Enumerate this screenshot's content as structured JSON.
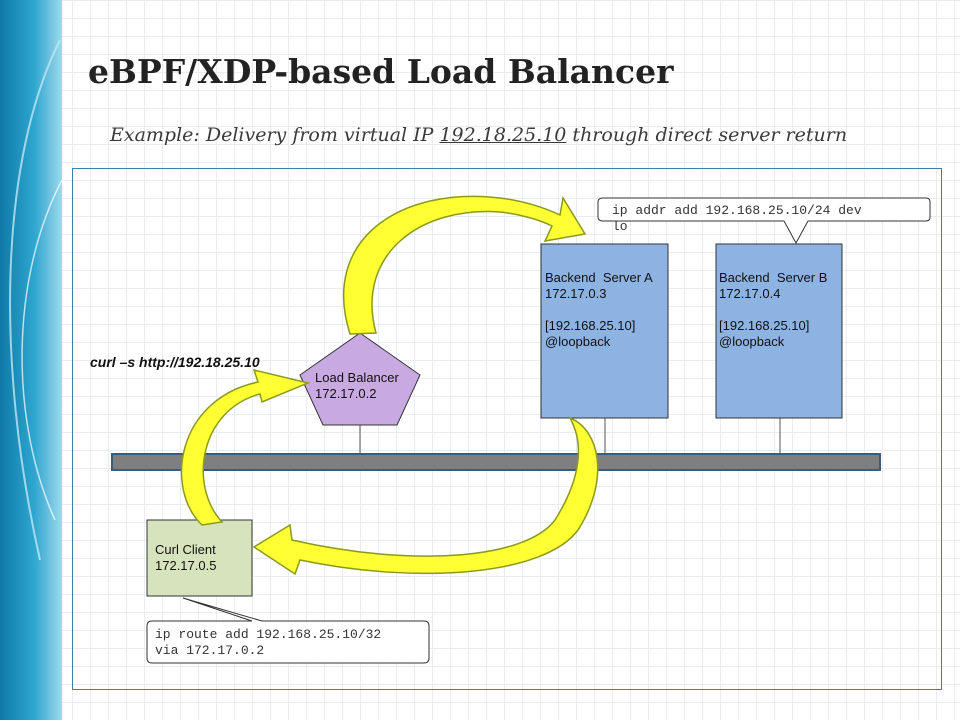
{
  "slide": {
    "title": "eBPF/XDP-based Load Balancer",
    "subtitle_prefix": "Example:  Delivery from virtual IP ",
    "subtitle_ip": "192.18.25.10",
    "subtitle_suffix": " through direct server return"
  },
  "nodes": {
    "load_balancer": {
      "name": "Load Balancer",
      "ip": "172.17.0.2"
    },
    "server_a": {
      "name": "Backend  Server A",
      "ip": "172.17.0.3",
      "vip": "[192.168.25.10]",
      "iface": "@loopback"
    },
    "server_b": {
      "name": "Backend  Server B",
      "ip": "172.17.0.4",
      "vip": "[192.168.25.10]",
      "iface": "@loopback"
    },
    "client": {
      "name": "Curl Client",
      "ip": "172.17.0.5"
    }
  },
  "callouts": {
    "server_cmd_line1": "ip addr add 192.168.25.10/24 dev",
    "server_cmd_line2": "lo",
    "client_cmd_line1": "ip route add 192.168.25.10/32",
    "client_cmd_line2": "via 172.17.0.2"
  },
  "curl_command": "curl –s http://192.18.25.10",
  "colors": {
    "server_fill": "#8db3e2",
    "lb_fill": "#c9a9e1",
    "client_fill": "#d7e3bc",
    "bus_fill": "#7f7f7f",
    "arrow_fill": "#ffff33",
    "arrow_stroke": "#8a9a1e"
  }
}
